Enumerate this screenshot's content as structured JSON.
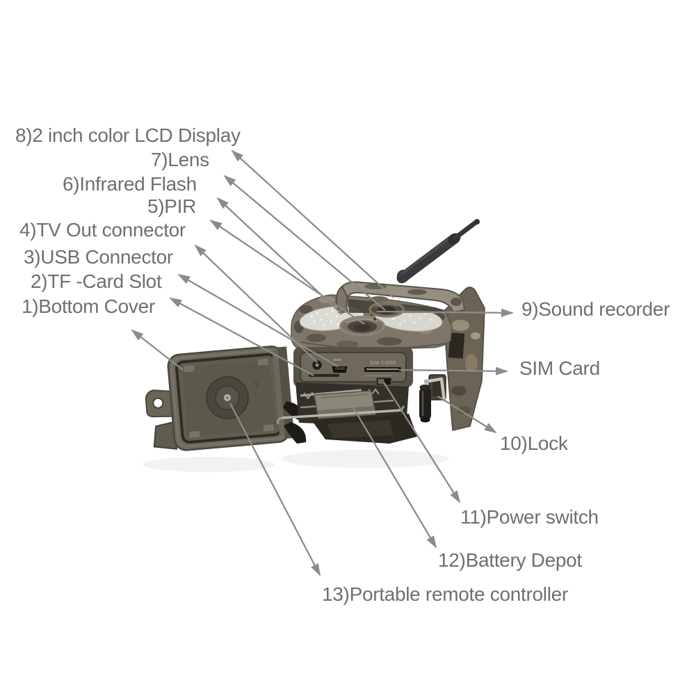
{
  "figure": {
    "type": "product-annotation-diagram",
    "subject": "trail hunting camera with open bottom cover"
  },
  "colors": {
    "background": "#ffffff",
    "label_text": "#6f6f6f",
    "arrow": "#8b8b8b",
    "camo_body": "#7e7668",
    "camo_dark_spot": "#59534a",
    "camo_light_spot": "#a59c88",
    "ir_panel": "#dbdad3",
    "antenna": "#3a3a3a",
    "metal": "#b8b5ab",
    "cavity": "#332f29"
  },
  "callouts": {
    "left": [
      {
        "num": "8",
        "text": "8)2 inch color LCD Display"
      },
      {
        "num": "7",
        "text": "7)Lens"
      },
      {
        "num": "6",
        "text": "6)Infrared Flash"
      },
      {
        "num": "5",
        "text": "5)PIR"
      },
      {
        "num": "4",
        "text": "4)TV Out connector"
      },
      {
        "num": "3",
        "text": "3)USB Connector"
      },
      {
        "num": "2",
        "text": "2)TF -Card Slot"
      },
      {
        "num": "1",
        "text": "1)Bottom Cover"
      }
    ],
    "right": [
      {
        "num": "9",
        "text": "9)Sound recorder"
      },
      {
        "num": "",
        "text": "SIM Card"
      },
      {
        "num": "10",
        "text": "10)Lock"
      },
      {
        "num": "11",
        "text": "11)Power switch"
      },
      {
        "num": "12",
        "text": "12)Battery Depot"
      },
      {
        "num": "13",
        "text": "13)Portable remote controller"
      }
    ]
  },
  "device_markings": {
    "sim_slot": "SIM CARD"
  }
}
